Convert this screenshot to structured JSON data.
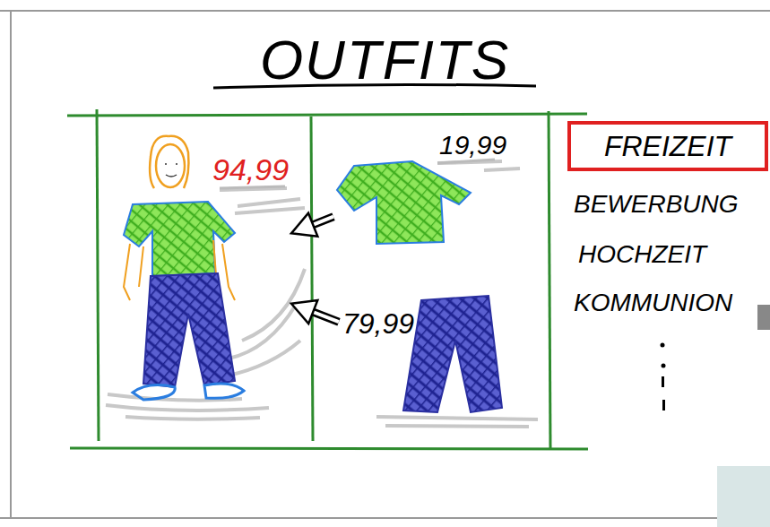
{
  "diagram": {
    "title": "OUTFITS",
    "nodes": [
      {
        "text": [
          "94,99"
        ]
      },
      {
        "text": [
          "19,99"
        ]
      },
      {
        "text": [
          "79,99"
        ]
      },
      {
        "text": [
          "FREIZEIT"
        ]
      }
    ],
    "edges": [
      {
        "from": 1,
        "to": 0,
        "arrow": "to"
      },
      {
        "from": 2,
        "to": 0,
        "arrow": "to"
      }
    ],
    "labels": [
      "BEWERBUNG",
      "HOCHZEIT",
      "KOMMUNION"
    ]
  }
}
